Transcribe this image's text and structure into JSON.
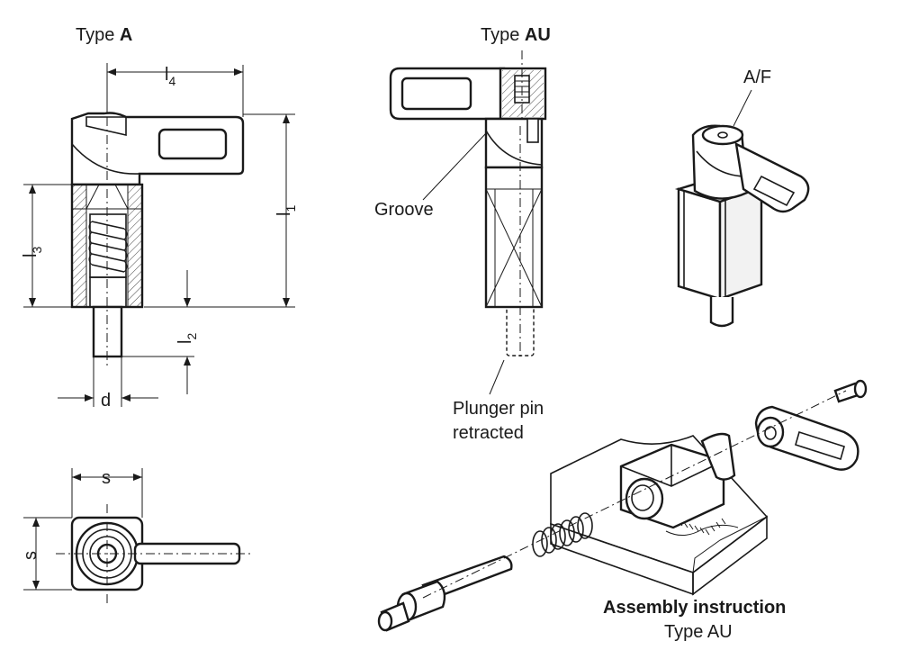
{
  "labels": {
    "type_a_prefix": "Type ",
    "type_a_bold": "A",
    "type_au_prefix": "Type ",
    "type_au_bold": "AU",
    "l4": "l",
    "l4_sub": "4",
    "l1": "l",
    "l1_sub": "1",
    "l3": "l",
    "l3_sub": "3",
    "l2": "l",
    "l2_sub": "2",
    "d": "d",
    "s_top": "s",
    "s_left": "s",
    "groove": "Groove",
    "af": "A/F",
    "plunger_line1": "Plunger pin",
    "plunger_line2": "retracted",
    "assembly_title": "Assembly instruction",
    "assembly_subtitle": "Type AU"
  },
  "colors": {
    "line": "#1a1a1a",
    "background": "#ffffff"
  }
}
